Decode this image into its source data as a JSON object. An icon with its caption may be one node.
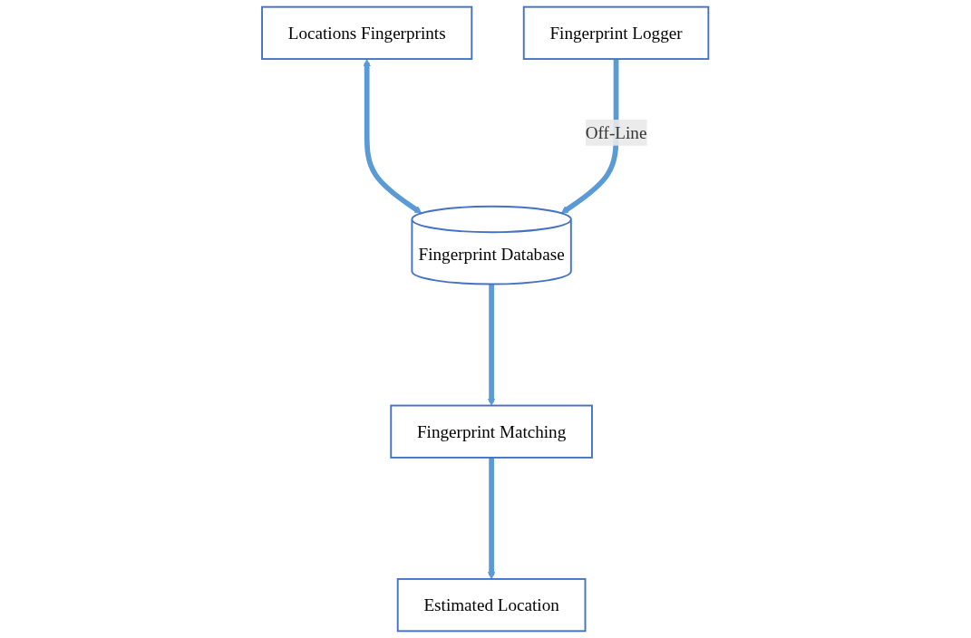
{
  "diagram": {
    "nodes": [
      {
        "text": [
          "Locations Fingerprints"
        ]
      },
      {
        "text": [
          "Fingerprint Database"
        ]
      },
      {
        "text": [
          "Fingerprint Logger"
        ]
      },
      {
        "text": [
          "Fingerprint Matching"
        ]
      },
      {
        "text": [
          "Estimated Location"
        ]
      }
    ],
    "edges": [
      {
        "from": 0,
        "to": 1,
        "arrow": "both"
      },
      {
        "from": 2,
        "to": 1,
        "arrow": "to",
        "label": "Off-Line"
      },
      {
        "from": 1,
        "to": 3,
        "arrow": "to"
      },
      {
        "from": 3,
        "to": 4,
        "arrow": "to"
      }
    ]
  }
}
